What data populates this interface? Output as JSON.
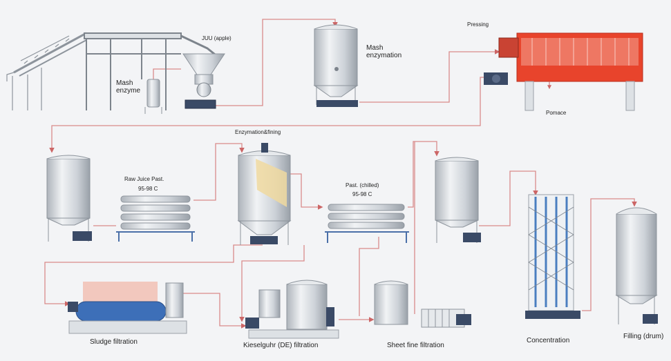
{
  "labels": {
    "juice_apple": "JUU (apple)",
    "mash_enzyme": "Mash\nenzyme",
    "mash_enzymation": "Mash\nenzymation",
    "pressing": "Pressing",
    "pomace": "Pomace",
    "enzymation_fining": "Enzymation&fining",
    "raw_juice_past": "Raw Juice Past.",
    "raw_juice_temp": "95-98 C",
    "past_chilled": "Past. (chilled)",
    "past_chilled_temp": "95-98 C",
    "sludge_filtration": "Sludge filtration",
    "kieselguhr_filtration": "Kieselguhr (DE) filtration",
    "sheet_fine_filtration": "Sheet fine filtration",
    "concentration": "Concentration",
    "filling": "Filling (drum)"
  },
  "colors": {
    "flow_line": "#d98a8a",
    "press_body": "#e8442c",
    "steel": "#c9cdd3",
    "steel_dark": "#8d949c",
    "pump_blue": "#3a4a66",
    "frame": "#9aa0a8",
    "sludge_blue": "#3d6fb8",
    "sludge_pink": "#f2c8be",
    "conc_blue": "#4a7ec0",
    "tank_yellow": "#f0d9a0"
  }
}
